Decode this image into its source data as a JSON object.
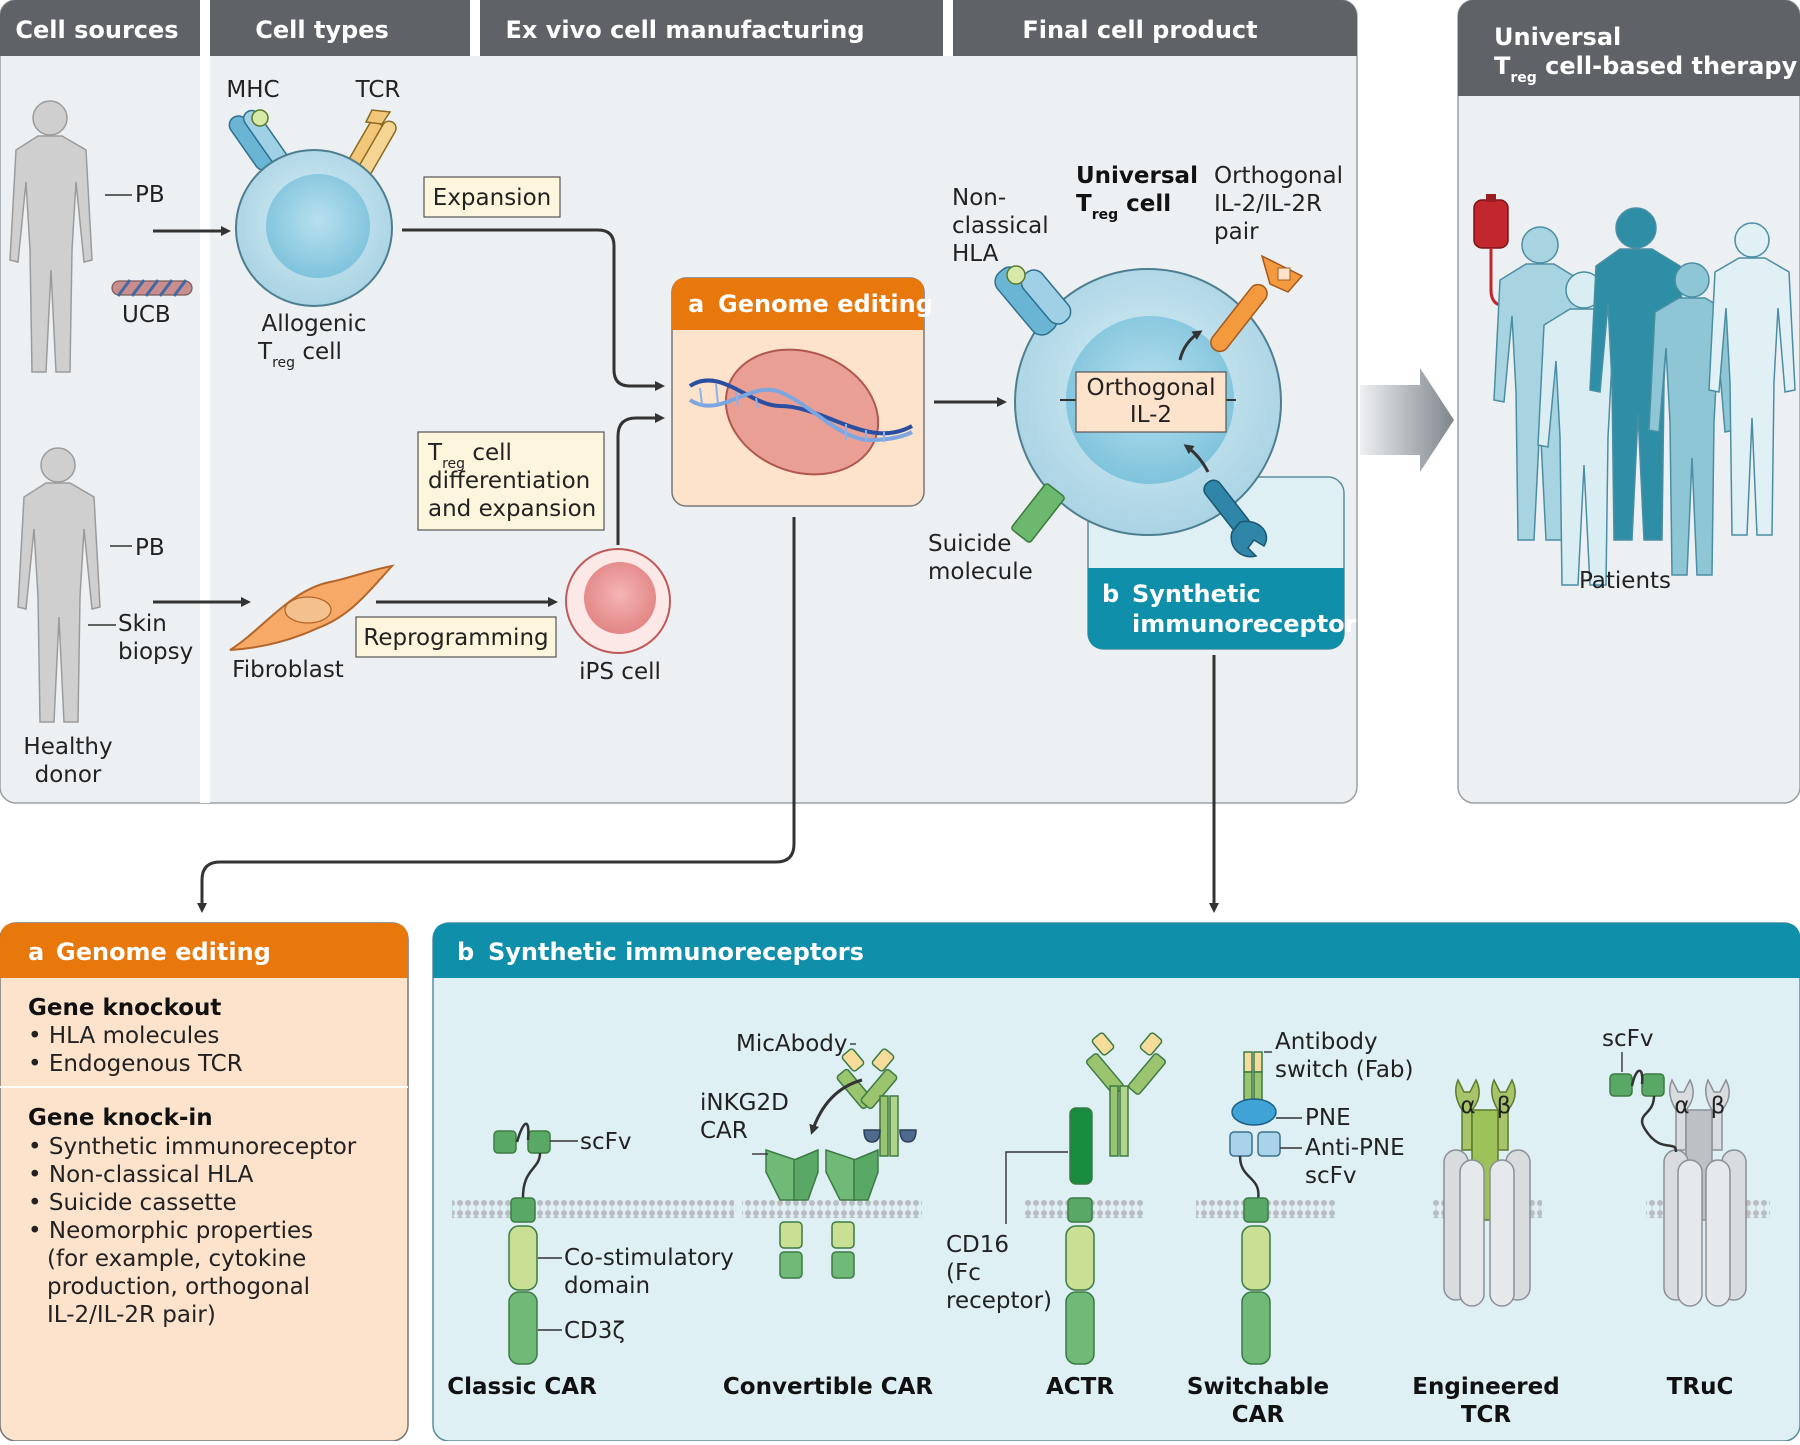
{
  "headers": {
    "cell_sources": "Cell sources",
    "cell_types": "Cell types",
    "ex_vivo": "Ex vivo cell manufacturing",
    "final_product": "Final cell product",
    "therapy_line1": "Universal",
    "therapy_line2_t": "T",
    "therapy_line2_sub": "reg",
    "therapy_line2_rest": " cell-based therapy"
  },
  "sources": {
    "pb_top": "PB",
    "ucb": "UCB",
    "pb_bottom": "PB",
    "skin_line1": "Skin",
    "skin_line2": "biopsy",
    "donor_line1": "Healthy",
    "donor_line2": "donor"
  },
  "cell_types": {
    "mhc": "MHC",
    "tcr": "TCR",
    "allogenic_line1": "Allogenic",
    "allogenic_t": "T",
    "allogenic_sub": "reg",
    "allogenic_rest": " cell",
    "fibroblast": "Fibroblast",
    "ips_cell": "iPS cell"
  },
  "manufacturing": {
    "expansion": "Expansion",
    "reprogramming": "Reprogramming",
    "diff_t": "T",
    "diff_sub": "reg",
    "diff_line1_rest": " cell",
    "diff_line2": "differentiation",
    "diff_line3": "and expansion",
    "genome_letter": "a",
    "genome_title": "Genome editing"
  },
  "final_product": {
    "universal_line1": "Universal",
    "universal_t": "T",
    "universal_sub": "reg",
    "universal_rest": " cell",
    "nonclassical_line1": "Non-",
    "nonclassical_line2": "classical",
    "nonclassical_line3": "HLA",
    "orthogonal_pair_line1": "Orthogonal",
    "orthogonal_pair_line2": "IL-2/IL-2R",
    "orthogonal_pair_line3": "pair",
    "orthogonal_il2_line1": "Orthogonal",
    "orthogonal_il2_line2": "IL-2",
    "suicide_line1": "Suicide",
    "suicide_line2": "molecule",
    "synthetic_letter": "b",
    "synthetic_line1": "Synthetic",
    "synthetic_line2": "immunoreceptor"
  },
  "therapy": {
    "patients": "Patients"
  },
  "panel_a": {
    "letter": "a",
    "title": "Genome editing",
    "knockout_heading": "Gene knockout",
    "knockout_items": [
      "HLA molecules",
      "Endogenous TCR"
    ],
    "knockin_heading": "Gene knock-in",
    "knockin_items": [
      "Synthetic immunoreceptor",
      "Non-classical HLA",
      "Suicide cassette",
      "Neomorphic properties",
      "(for example, cytokine",
      "production, orthogonal",
      "IL-2/IL-2R pair)"
    ]
  },
  "panel_b": {
    "letter": "b",
    "title": "Synthetic immunoreceptors",
    "scfv": "scFv",
    "costim_line1": "Co-stimulatory",
    "costim_line2": "domain",
    "cd3z": "CD3ζ",
    "micabody": "MicAbody",
    "inkg2d_line1": "iNKG2D",
    "inkg2d_line2": "CAR",
    "cd16_line1": "CD16",
    "cd16_line2": "(Fc",
    "cd16_line3": "receptor)",
    "ab_switch_line1": "Antibody",
    "ab_switch_line2": "switch (Fab)",
    "pne": "PNE",
    "anti_pne_line1": "Anti-PNE",
    "anti_pne_line2": "scFv",
    "alpha": "α",
    "beta": "β",
    "truc_scfv": "scFv",
    "names": {
      "classic": "Classic CAR",
      "convertible": "Convertible CAR",
      "actr": "ACTR",
      "switchable_line1": "Switchable",
      "switchable_line2": "CAR",
      "engineered_line1": "Engineered",
      "engineered_line2": "TCR",
      "truc": "TRuC"
    }
  },
  "colors": {
    "header_gray": "#5f6368",
    "panel_gray": "#edf0f2",
    "orange": "#e8780c",
    "peach": "#fde3cc",
    "teal": "#0f8faa",
    "light_teal": "#dff0f5",
    "receptor_green": "#5aa865",
    "cell_blue": "#b5dbe8"
  }
}
